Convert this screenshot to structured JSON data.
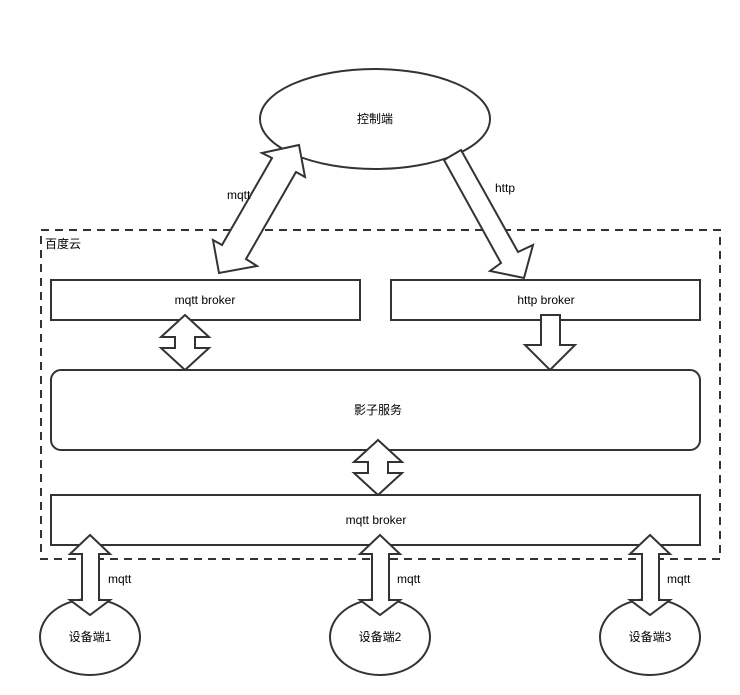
{
  "diagram": {
    "controller": {
      "label": "控制端"
    },
    "cloud": {
      "label": "百度云"
    },
    "mqtt_broker_top": {
      "label": "mqtt broker"
    },
    "http_broker": {
      "label": "http broker"
    },
    "shadow_service": {
      "label": "影子服务"
    },
    "mqtt_broker_bottom": {
      "label": "mqtt broker"
    },
    "devices": [
      {
        "label": "设备端1",
        "link_label": "mqtt"
      },
      {
        "label": "设备端2",
        "link_label": "mqtt"
      },
      {
        "label": "设备端3",
        "link_label": "mqtt"
      }
    ],
    "edges": {
      "controller_mqtt": "mqtt",
      "controller_http": "http"
    }
  }
}
